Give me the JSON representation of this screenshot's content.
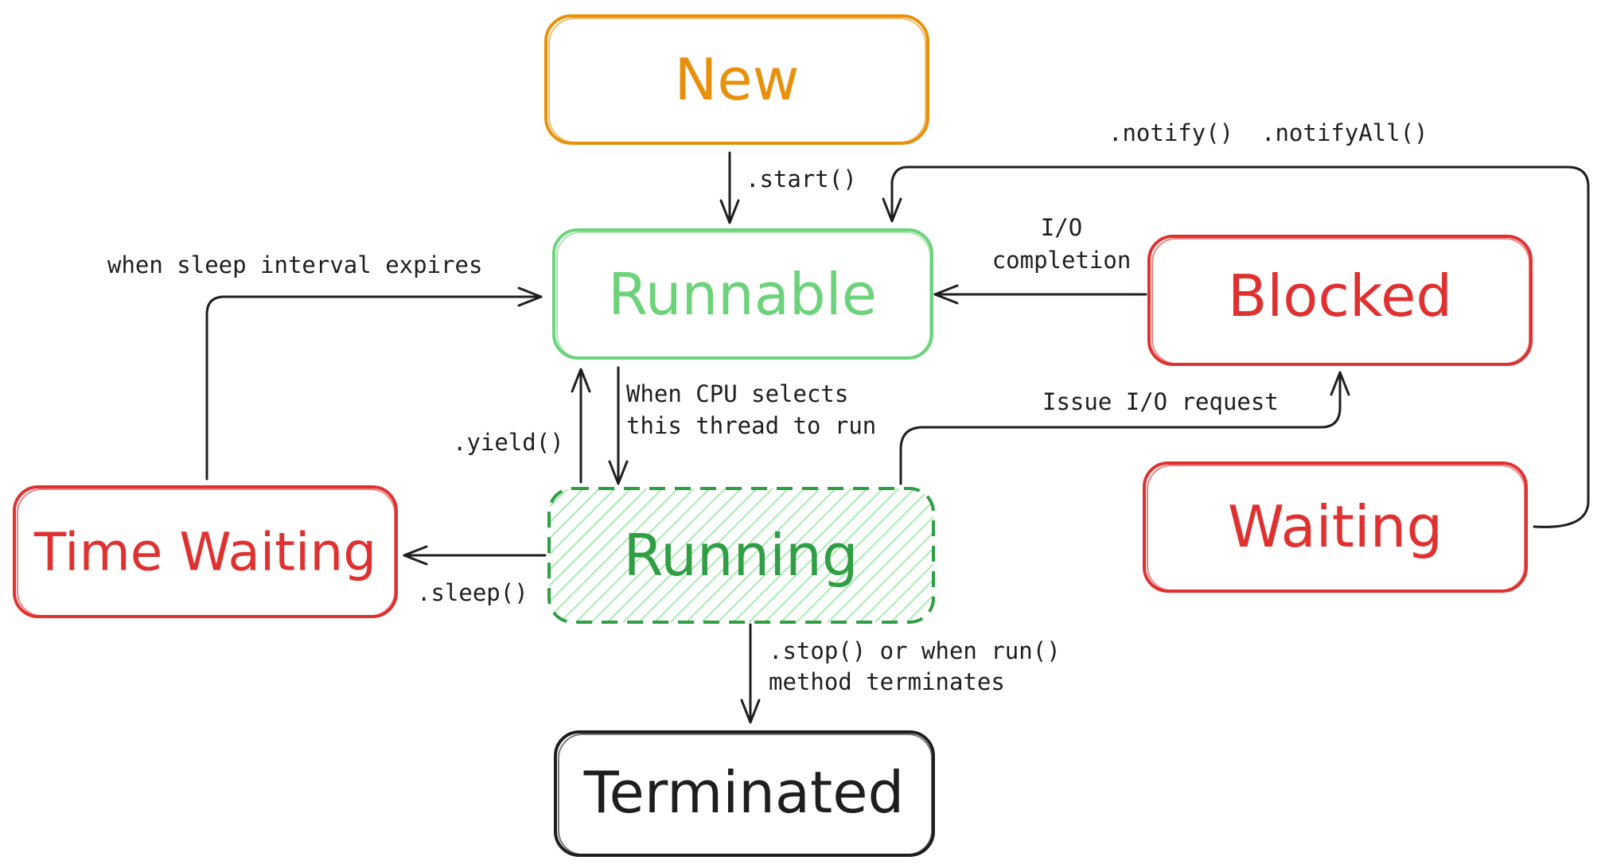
{
  "colors": {
    "new": "#e8900c",
    "runnable": "#6cd37a",
    "running": "#2f9e44",
    "red": "#e03131",
    "black": "#1e1e1e"
  },
  "states": {
    "new": {
      "label": "New"
    },
    "runnable": {
      "label": "Runnable"
    },
    "running": {
      "label": "Running"
    },
    "blocked": {
      "label": "Blocked"
    },
    "waiting": {
      "label": "Waiting"
    },
    "time_waiting": {
      "label": "Time Waiting"
    },
    "terminated": {
      "label": "Terminated"
    }
  },
  "transitions": {
    "start": ".start()",
    "notify": ".notify()",
    "notify_all": ".notifyAll()",
    "io_completion_1": "I/O",
    "io_completion_2": "completion",
    "sleep_expires": "when sleep interval expires",
    "cpu_selects_1": "When CPU selects",
    "cpu_selects_2": "this thread to run",
    "yield": ".yield()",
    "io_request": "Issue I/O request",
    "sleep": ".sleep()",
    "stop_1": ".stop() or when run()",
    "stop_2": "method terminates"
  }
}
